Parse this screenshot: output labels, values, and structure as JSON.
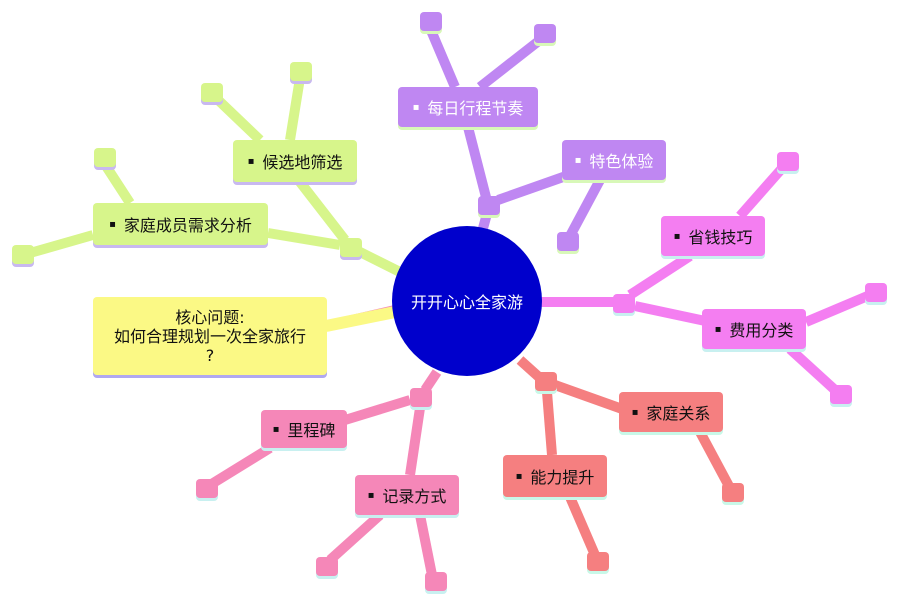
{
  "center": {
    "label": "开开心心全家游"
  },
  "bullet": "▪",
  "callout": {
    "line1": "核心问题:",
    "line2": "如何合理规划一次全家旅行",
    "line3": "?"
  },
  "branches": {
    "daily_rhythm": "每日行程节奏",
    "special_experience": "特色体验",
    "candidate_filter": "候选地筛选",
    "family_needs": "家庭成员需求分析",
    "saving_tips": "省钱技巧",
    "cost_categories": "费用分类",
    "family_relations": "家庭关系",
    "skill_growth": "能力提升",
    "milestones": "里程碑",
    "recording": "记录方式"
  },
  "colors": {
    "center": "#0000cc",
    "purple": "#bf87f2",
    "green": "#d7f58b",
    "magenta": "#f47ef1",
    "salmon": "#f57f80",
    "pink": "#f587b8",
    "yellow": "#fbf985"
  }
}
